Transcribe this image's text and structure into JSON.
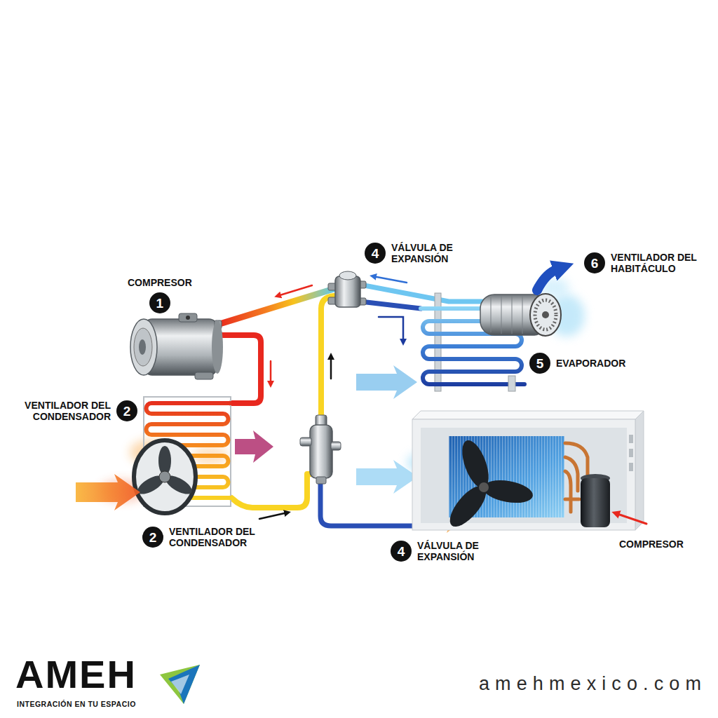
{
  "diagram": {
    "nodes": [
      {
        "text": [
          "1",
          "COMPRESOR"
        ]
      },
      {
        "text": [
          "2",
          "VENTILADOR DEL CONDENSADOR"
        ]
      },
      {
        "text": [
          "2",
          "VENTILADOR DEL CONDENSADOR"
        ]
      },
      {
        "text": [
          "4",
          "VÁLVULA DE EXPANSIÓN"
        ]
      },
      {
        "text": [
          "4",
          "VÁLVULA DE EXPANSIÓN"
        ]
      },
      {
        "text": [
          "5",
          "EVAPORADOR"
        ]
      },
      {
        "text": [
          "6",
          "VENTILADOR DEL HABITÁCULO"
        ]
      }
    ],
    "labels": [
      "COMPRESOR",
      "AMEH",
      "INTEGRACIÓN EN TU ESPACIO",
      "amehmexico.com"
    ]
  }
}
